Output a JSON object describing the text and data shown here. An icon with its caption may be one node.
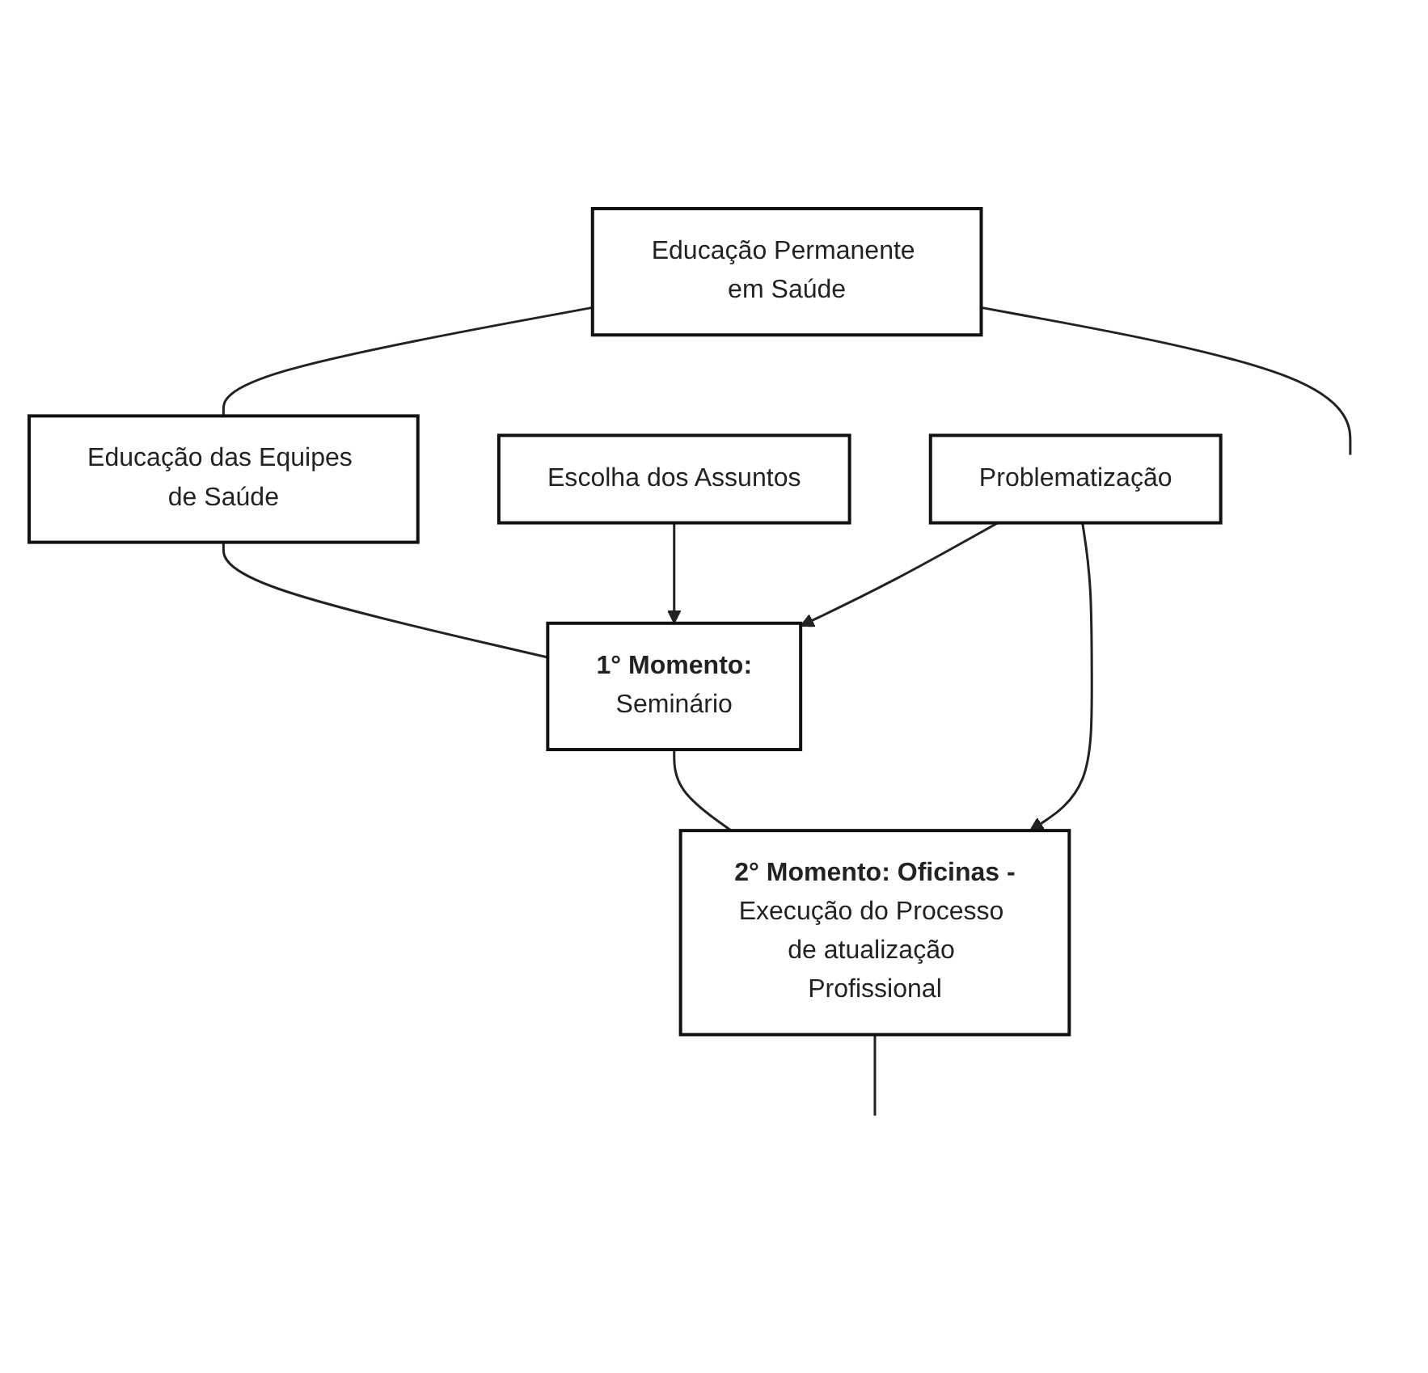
{
  "diagram": {
    "nodes": [
      {
        "text": [
          "Educação Permanente em Saúde"
        ]
      },
      {
        "text": [
          "Educação das Equipes de Saúde"
        ]
      },
      {
        "text": [
          "Escolha dos Assuntos"
        ]
      },
      {
        "text": [
          "1° Momento:",
          "Seminário"
        ]
      },
      {
        "text": [
          "Problematização"
        ]
      },
      {
        "text": [
          "2° Momento: Oficinas -",
          "Execução do Processo de atualização Profissional"
        ]
      }
    ],
    "edges": [
      {
        "from": 0,
        "to": 1,
        "arrow": "none"
      },
      {
        "from": 0,
        "to": null,
        "arrow": "none"
      },
      {
        "from": 1,
        "to": 3,
        "arrow": "none"
      },
      {
        "from": 3,
        "to": 5,
        "arrow": "none"
      },
      {
        "from": 5,
        "to": null,
        "arrow": "none"
      },
      {
        "from": 2,
        "to": 3,
        "arrow": "to"
      },
      {
        "from": 4,
        "to": 3,
        "arrow": "to"
      },
      {
        "from": 4,
        "to": 5,
        "arrow": "to"
      }
    ]
  }
}
